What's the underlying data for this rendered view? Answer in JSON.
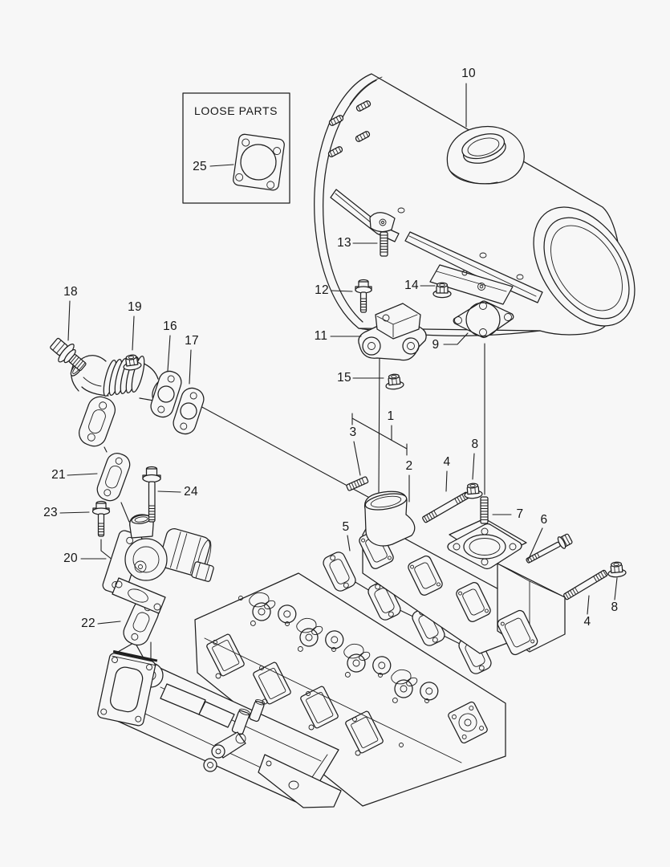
{
  "page": {
    "background": "#f7f7f7",
    "ink": "#1f1f1f",
    "type": "exploded-parts-diagram"
  },
  "loose_parts_box": {
    "title": "LOOSE PARTS"
  },
  "callouts": {
    "c25": "25",
    "c10": "10",
    "c13": "13",
    "c12": "12",
    "c14": "14",
    "c11": "11",
    "c9": "9",
    "c15": "15",
    "c18": "18",
    "c19": "19",
    "c16": "16",
    "c17": "17",
    "c21": "21",
    "c23": "23",
    "c24": "24",
    "c20": "20",
    "c22": "22",
    "c1": "1",
    "c3": "3",
    "c2": "2",
    "c5": "5",
    "c4a": "4",
    "c8a": "8",
    "c7": "7",
    "c6": "6",
    "c4b": "4",
    "c8b": "8"
  }
}
